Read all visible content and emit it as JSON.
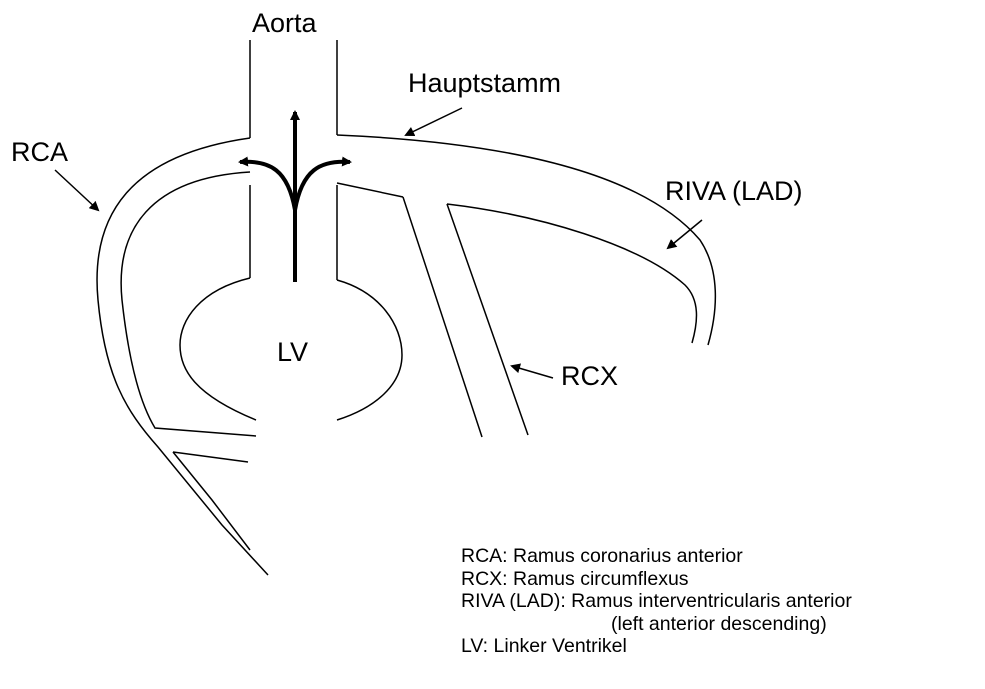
{
  "labels": {
    "aorta": "Aorta",
    "hauptstamm": "Hauptstamm",
    "rca": "RCA",
    "riva": "RIVA (LAD)",
    "lv": "LV",
    "rcx": "RCX"
  },
  "legend": [
    "RCA: Ramus coronarius anterior",
    "RCX: Ramus circumflexus",
    "RIVA (LAD): Ramus interventricularis anterior",
    "(left anterior descending)",
    "LV: Linker Ventrikel"
  ],
  "colors": {
    "line": "#000000",
    "background": "#ffffff"
  }
}
